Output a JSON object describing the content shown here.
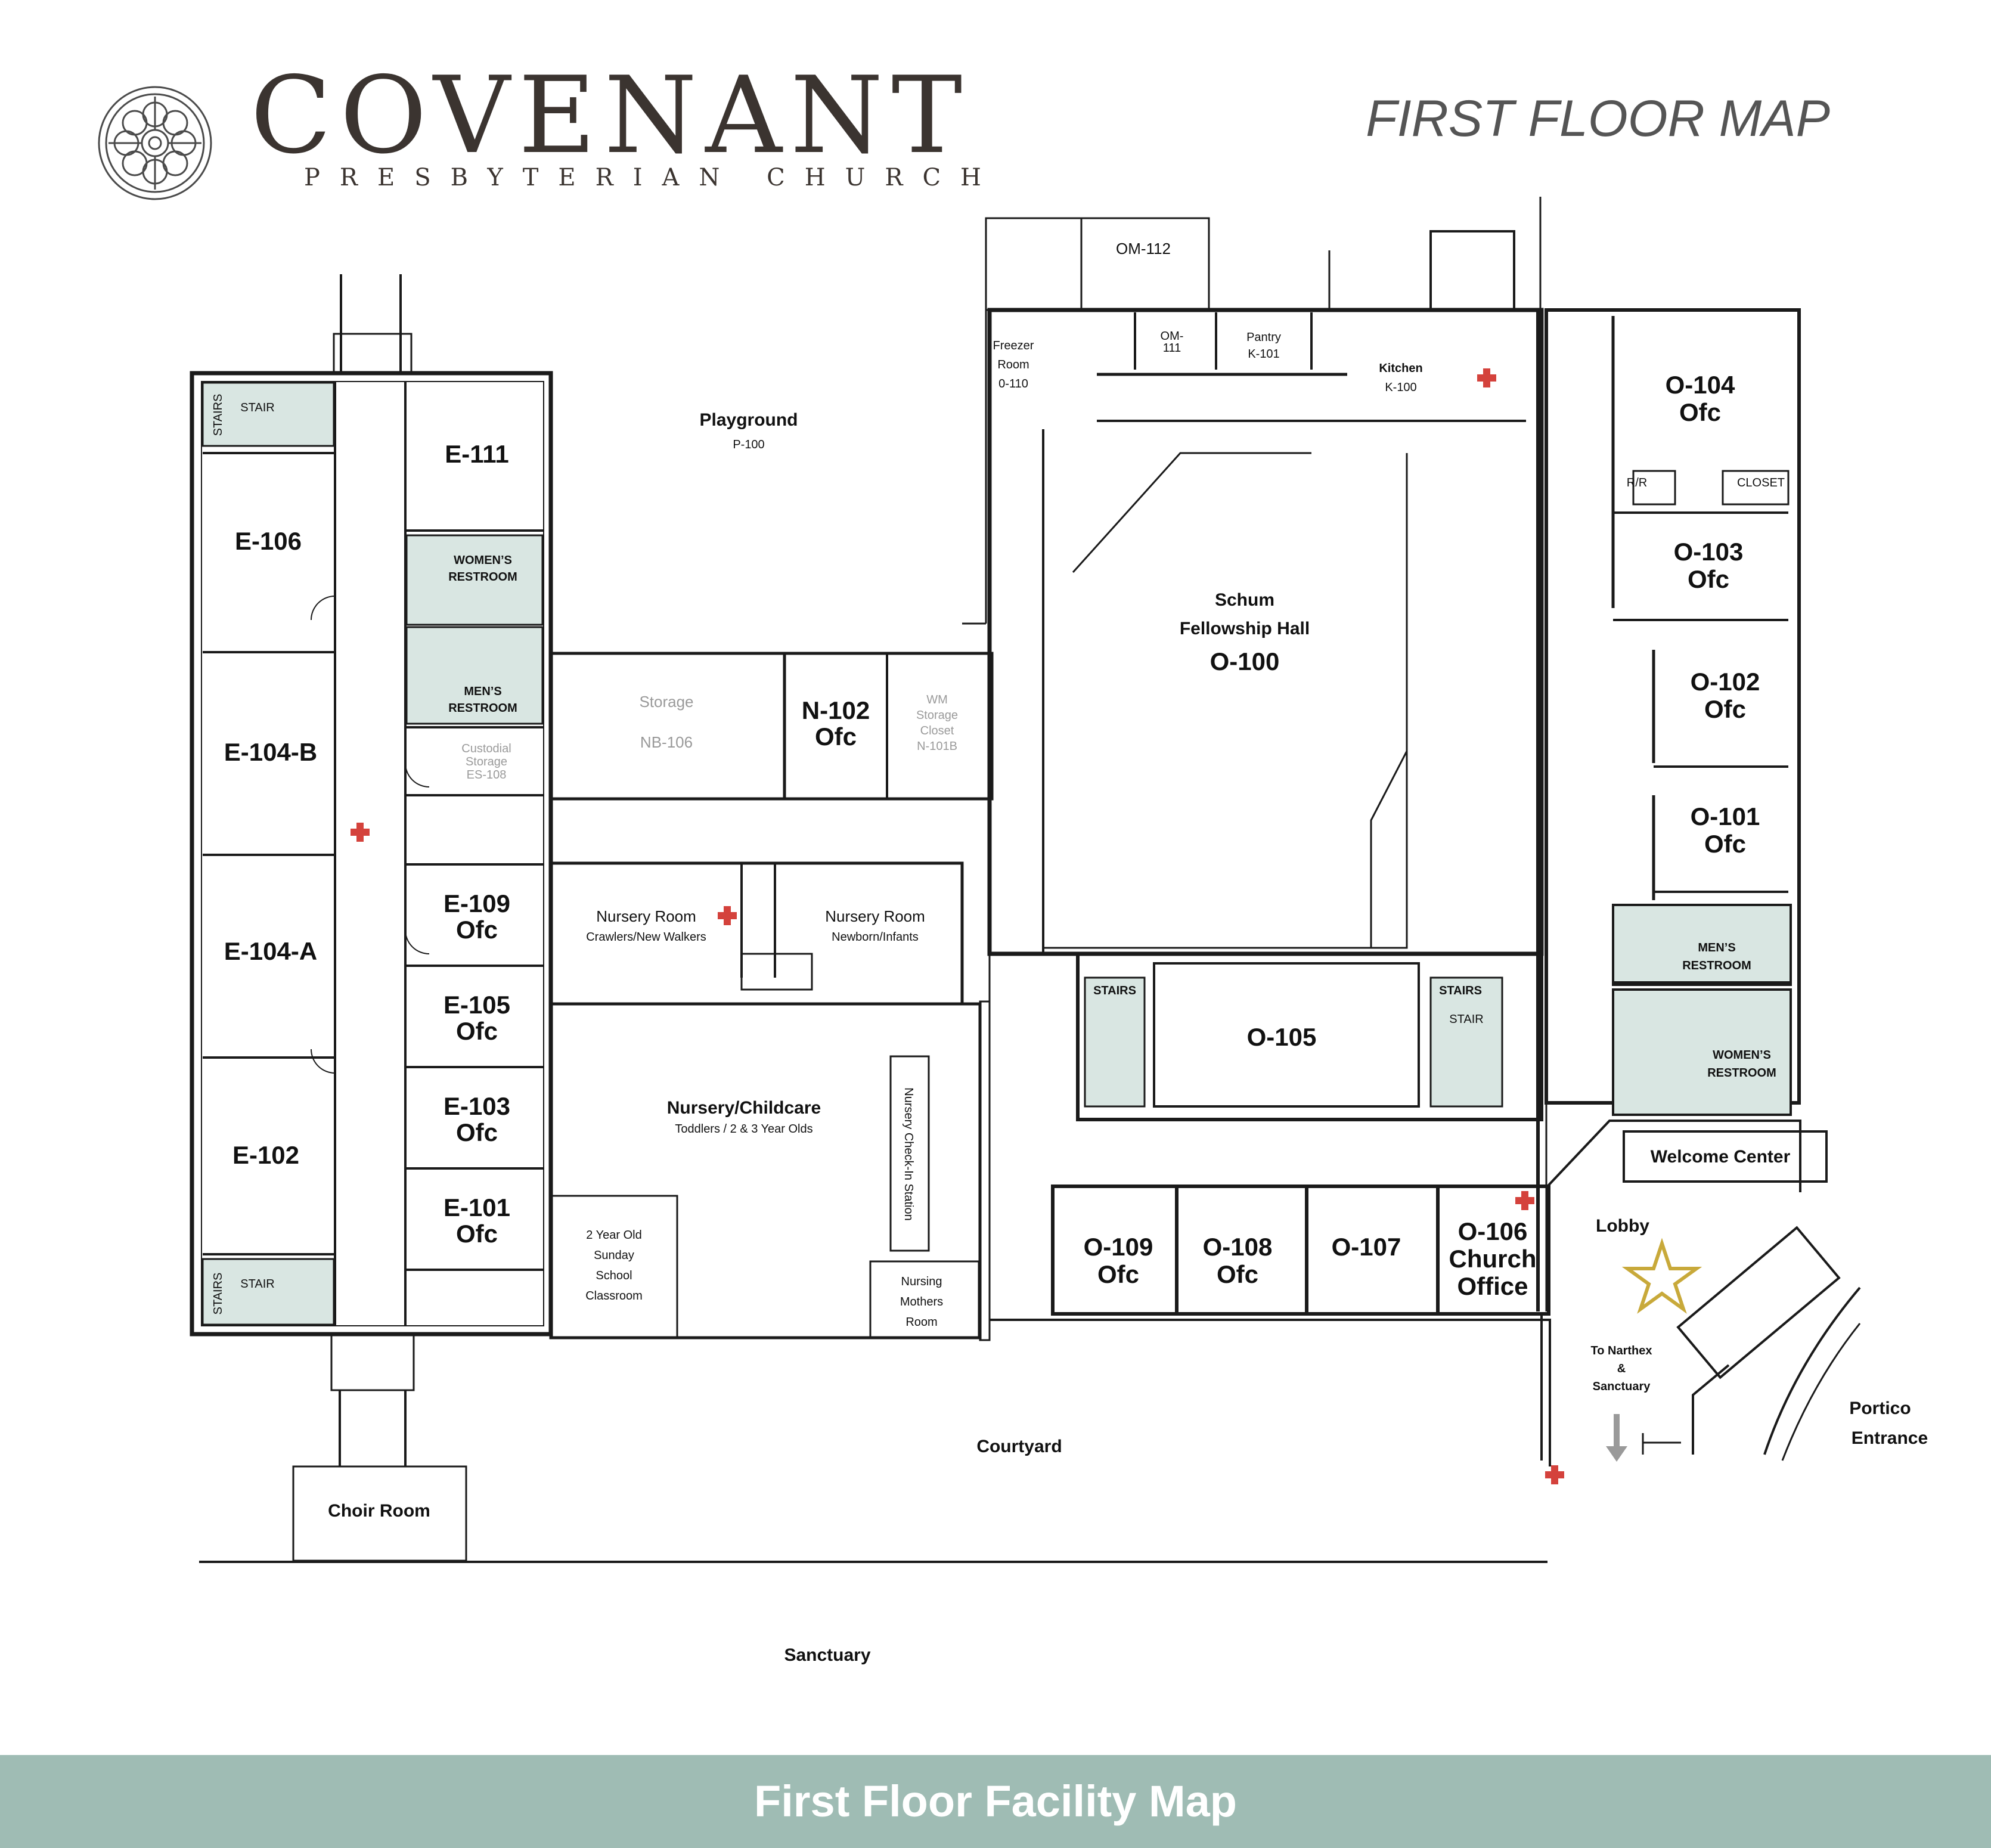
{
  "header": {
    "brand_name": "COVENANT",
    "brand_sub": "PRESBYTERIAN CHURCH",
    "map_title": "FIRST FLOOR MAP"
  },
  "colors": {
    "restroom_fill": "#d9e6e2",
    "cross": "#d4423c",
    "star": "#c8a93a",
    "footer_band": "#9fbcb4",
    "logo": "#4a4a4a"
  },
  "rooms": {
    "stairs_top_left": "STAIRS",
    "stair_tag_tl": "STAIR",
    "e111": "E-111",
    "e106": "E-106",
    "womens_restroom_e": "WOMEN'S RESTROOM",
    "mens_restroom_e": "MEN'S RESTROOM",
    "custodial": "Custodial Storage ES-108",
    "e104b": "E-104-B",
    "e104a": "E-104-A",
    "e109": "E-109 Ofc",
    "e105": "E-105 Ofc",
    "e103": "E-103 Ofc",
    "e101": "E-101 Ofc",
    "e102": "E-102",
    "stairs_bottom_left": "STAIRS",
    "stair_tag_bl": "STAIR",
    "playground": "Playground",
    "playground_code": "P-100",
    "storage": "Storage",
    "storage_code": "NB-106",
    "n102": "N-102 Ofc",
    "wm_storage": "WM Storage Closet N-101B",
    "nursery_left": "Nursery Room",
    "nursery_left_sub": "Crawlers/New Walkers",
    "nursery_right": "Nursery Room",
    "nursery_right_sub": "Newborn/Infants",
    "childcare": "Nursery/Childcare",
    "childcare_sub": "Toddlers / 2 & 3 Year Olds",
    "checkin": "Nursery Check-In Station",
    "sunday_school": "2 Year Old Sunday School Classroom",
    "nursing": "Nursing Mothers Room",
    "om112": "OM-112",
    "om111": "OM- 111",
    "pantry": "Pantry K-101",
    "freezer": "Freezer Room 0-110",
    "kitchen": "Kitchen",
    "kitchen_code": "K-100",
    "schum_1": "Schum",
    "schum_2": "Fellowship Hall",
    "schum_code": "O-100",
    "stairs_o_left": "STAIRS",
    "stairs_o_right": "STAIRS",
    "stair_tag_or": "STAIR",
    "o105": "O-105",
    "o104": "O-104 Ofc",
    "rr_tag": "R/R",
    "closet_tag": "CLOSET",
    "o103": "O-103 Ofc",
    "o102": "O-102 Ofc",
    "o101": "O-101 Ofc",
    "mens_restroom_o": "MEN'S RESTROOM",
    "womens_restroom_o": "WOMEN'S RESTROOM",
    "welcome": "Welcome Center",
    "lobby": "Lobby",
    "narthex": "To Narthex & Sanctuary",
    "portico": "Portico Entrance",
    "o109": "O-109 Ofc",
    "o108": "O-108 Ofc",
    "o107": "O-107",
    "o106": "O-106 Church Office",
    "courtyard": "Courtyard",
    "choir": "Choir Room",
    "sanctuary": "Sanctuary"
  },
  "footer": {
    "title": "First Floor Facility Map"
  }
}
